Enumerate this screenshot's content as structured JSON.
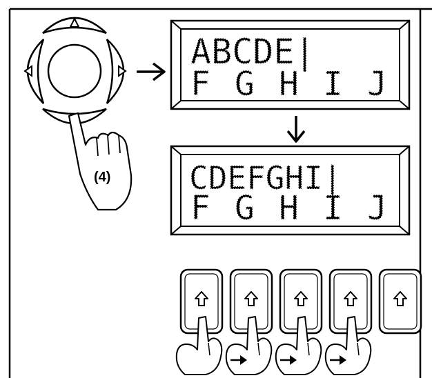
{
  "step_label": "(4)",
  "display_before": {
    "top_line": "ABCDE|",
    "bottom_line": [
      "F",
      "G",
      "H",
      "I",
      "J"
    ]
  },
  "display_after": {
    "top_line": "CDEFGHI|",
    "bottom_line": [
      "F",
      "G",
      "H",
      "I",
      "J"
    ]
  },
  "keys": [
    {
      "icon": "up-arrow-icon",
      "pressed": true
    },
    {
      "icon": "up-arrow-icon",
      "pressed": true
    },
    {
      "icon": "up-arrow-icon",
      "pressed": true
    },
    {
      "icon": "up-arrow-icon",
      "pressed": true
    },
    {
      "icon": "up-arrow-icon",
      "pressed": false
    }
  ]
}
